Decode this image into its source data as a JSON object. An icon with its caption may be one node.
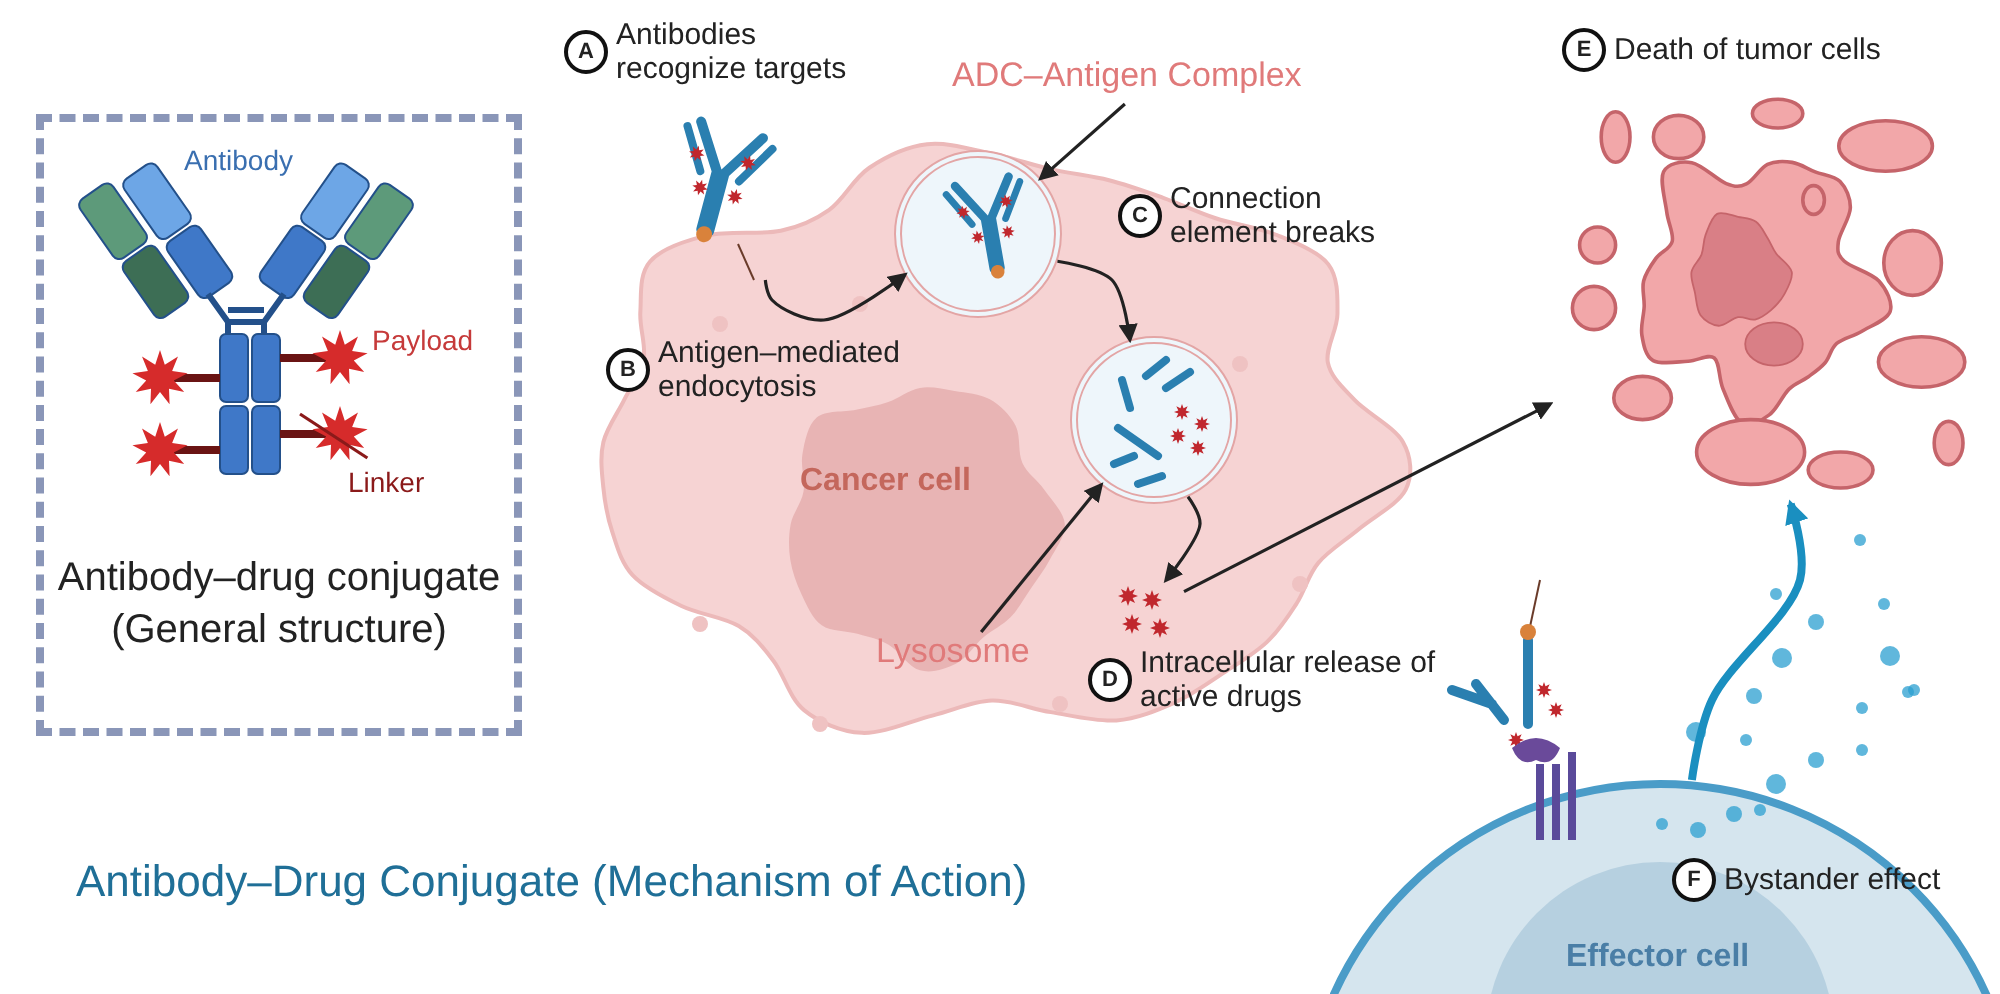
{
  "diagram": {
    "title": "Antibody–Drug Conjugate (Mechanism of Action)",
    "nodes": [
      {
        "text": [
          "Antibody–drug conjugate (General structure)"
        ]
      },
      {
        "text": [
          "Linker"
        ],
        "in": 0
      },
      {
        "text": [
          "Cancer cell"
        ]
      },
      {
        "text": [],
        "shape": "picture"
      },
      {
        "text": [],
        "shape": "circle",
        "in": 2
      },
      {
        "text": [],
        "shape": "circle",
        "in": 2
      },
      {
        "text": [],
        "shape": "picture",
        "in": 2
      },
      {
        "text": [
          "ADC–Antigen Complex"
        ]
      },
      {
        "text": [
          "Lysosome"
        ],
        "in": 2
      },
      {
        "text": [
          "A"
        ],
        "beside": [
          "Antibodies recognize targets"
        ]
      },
      {
        "text": [
          "B"
        ],
        "beside": [
          "Antigen–mediated endocytosis"
        ],
        "in": 2
      },
      {
        "text": [
          "C"
        ],
        "beside": [
          "Connection element breaks"
        ],
        "in": 2
      },
      {
        "text": [
          "D"
        ],
        "beside": [
          "Intracellular release of active drugs"
        ],
        "in": 2
      },
      {
        "text": [],
        "shape": "picture"
      },
      {
        "text": [
          "E"
        ],
        "beside": [
          "Death of tumor cells"
        ]
      },
      {
        "text": [
          "Effector cell"
        ]
      },
      {
        "text": [
          "F"
        ],
        "beside": [
          "Bystander effect"
        ],
        "in": 15
      }
    ],
    "edges": [
      {
        "from": 3,
        "to": 4,
        "arrow": "to"
      },
      {
        "from": 4,
        "to": 5,
        "arrow": "to"
      },
      {
        "from": 5,
        "to": 6,
        "arrow": "to"
      },
      {
        "from": 6,
        "to": 13,
        "arrow": "to"
      },
      {
        "from": 15,
        "to": 13,
        "arrow": "to",
        "style": "thick",
        "color": "#1a8fc0"
      },
      {
        "from": 7,
        "to": 4,
        "arrow": "to"
      },
      {
        "from": 8,
        "to": 5,
        "arrow": "to"
      },
      {
        "from": 1,
        "to": null,
        "arrow": "none",
        "color": "#8b1a1a"
      }
    ],
    "labels": [
      "Antibody",
      "Payload"
    ]
  }
}
